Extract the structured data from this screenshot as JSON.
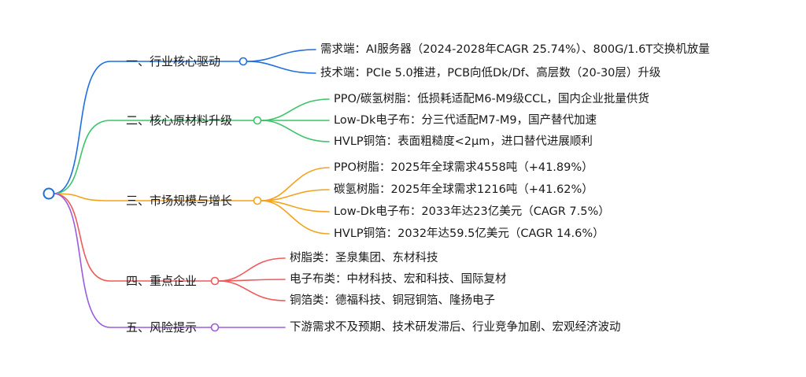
{
  "colors": {
    "blue": "#1f6fe0",
    "green": "#3cc46a",
    "orange": "#f5a21c",
    "red": "#ef5a5a",
    "purple": "#9b5cdf"
  },
  "branches": [
    {
      "label": "一、行业核心驱动",
      "color_key": "blue",
      "children": [
        "需求端：AI服务器（2024-2028年CAGR 25.74%）、800G/1.6T交换机放量",
        "技术端：PCIe 5.0推进，PCB向低Dk/Df、高层数（20-30层）升级"
      ]
    },
    {
      "label": "二、核心原材料升级",
      "color_key": "green",
      "children": [
        "PPO/碳氢树脂：低损耗适配M6-M9级CCL，国内企业批量供货",
        "Low-Dk电子布：分三代适配M7-M9，国产替代加速",
        "HVLP铜箔：表面粗糙度<2μm，进口替代进展顺利"
      ]
    },
    {
      "label": "三、市场规模与增长",
      "color_key": "orange",
      "children": [
        "PPO树脂：2025年全球需求4558吨（+41.89%）",
        "碳氢树脂：2025年全球需求1216吨（+41.62%）",
        "Low-Dk电子布：2033年达23亿美元（CAGR 7.5%）",
        "HVLP铜箔：2032年达59.5亿美元（CAGR 14.6%）"
      ]
    },
    {
      "label": "四、重点企业",
      "color_key": "red",
      "children": [
        "树脂类：圣泉集团、东材科技",
        "电子布类：中材科技、宏和科技、国际复材",
        "铜箔类：德福科技、铜冠铜箔、隆扬电子"
      ]
    },
    {
      "label": "五、风险提示",
      "color_key": "purple",
      "children": [
        "下游需求不及预期、技术研发滞后、行业竞争加剧、宏观经济波动"
      ]
    }
  ]
}
